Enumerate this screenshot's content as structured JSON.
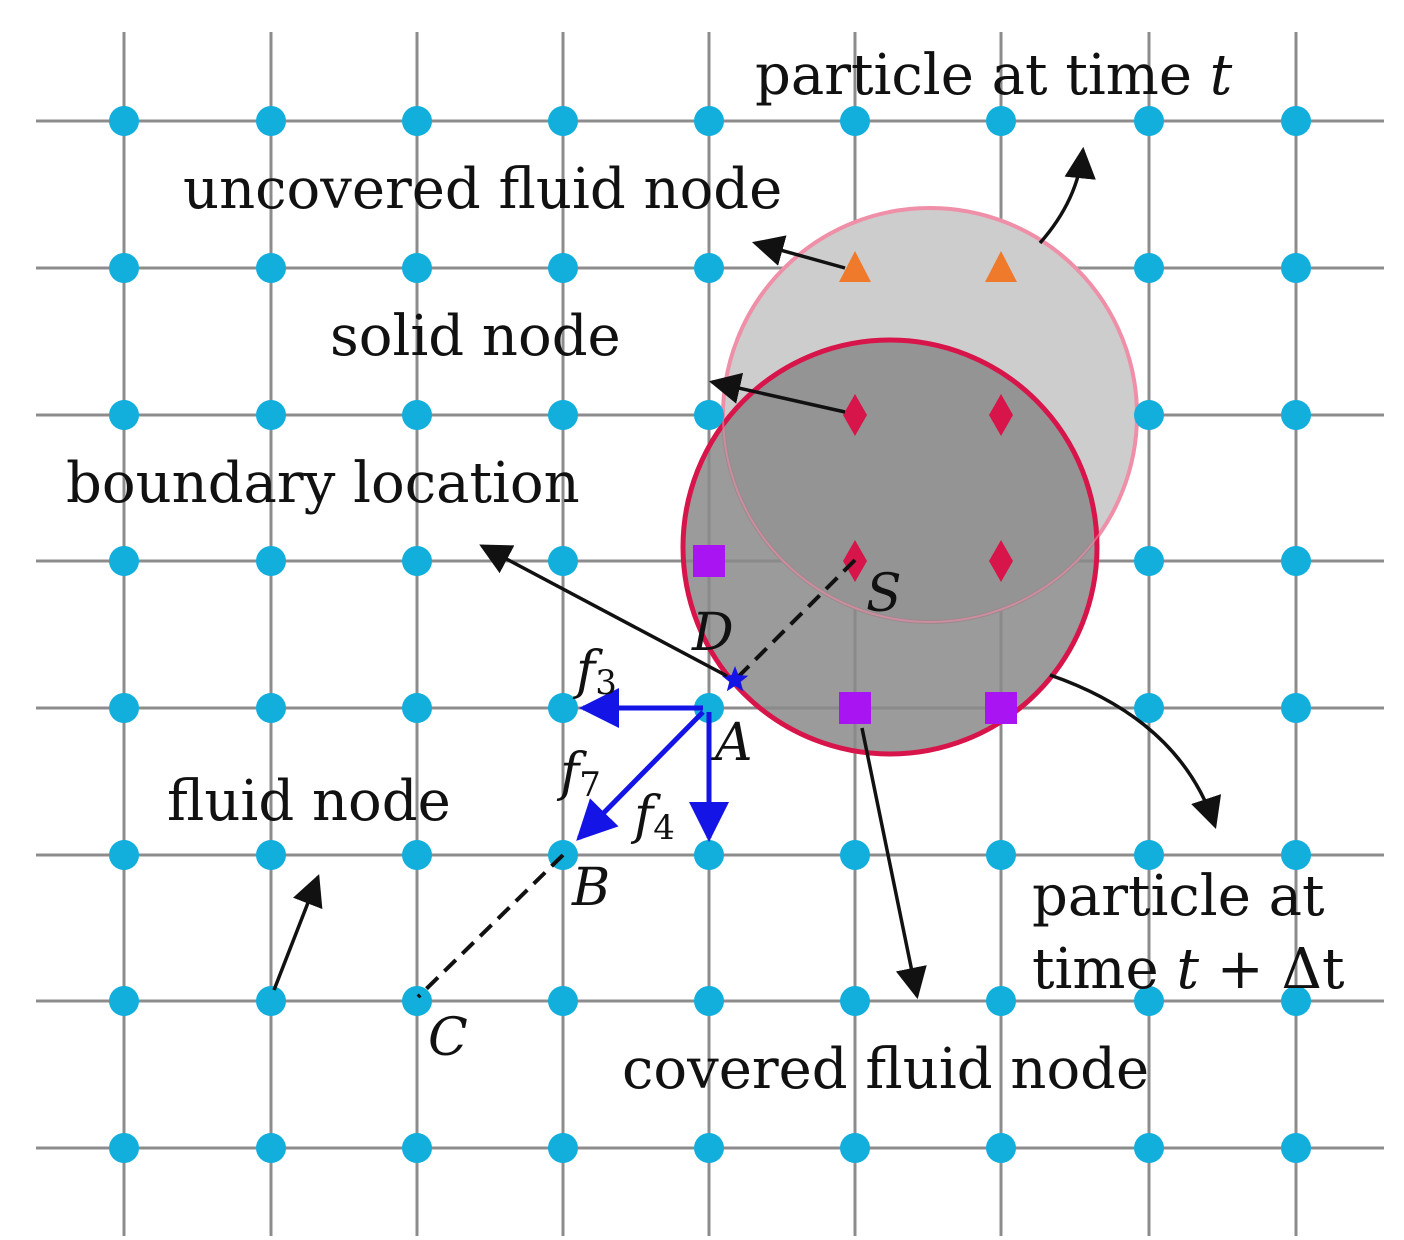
{
  "colors": {
    "grid_line": "#8c8c8c",
    "fluid_node": "#12aedc",
    "uncovered_fluid_node": "#f07a2c",
    "solid_node": "#d8154a",
    "covered_fluid_node": "#a815f2",
    "boundary_marker": "#1414e6",
    "direction_arrow": "#1414e6",
    "particle_t_fill": "#cdcdcd",
    "particle_t_edge": "#ef8fa8",
    "particle_t_dt_fill": "#8a8a8a",
    "particle_t_dt_edge": "#d8154a",
    "annotation": "#111111"
  },
  "labels": {
    "particle_t": {
      "text": "particle at time ",
      "var": "t"
    },
    "uncovered": "uncovered fluid node",
    "solid": "solid node",
    "boundary": "boundary location",
    "fluid": "fluid node",
    "particle_tdt_line1": "particle at",
    "particle_tdt_line2": {
      "prefix": "time ",
      "var": "t",
      "rest": " + Δt"
    },
    "covered": "covered fluid node"
  },
  "points": {
    "S": "S",
    "D": "D",
    "A": "A",
    "B": "B",
    "C": "C"
  },
  "directions": {
    "f3": {
      "base": "f",
      "sub": "3"
    },
    "f7": {
      "base": "f",
      "sub": "7"
    },
    "f4": {
      "base": "f",
      "sub": "4"
    }
  },
  "icons": {
    "fluid_node": "circle-marker",
    "uncovered_fluid_node": "triangle-marker",
    "solid_node": "diamond-marker",
    "covered_fluid_node": "square-marker",
    "boundary_location": "star-marker"
  }
}
